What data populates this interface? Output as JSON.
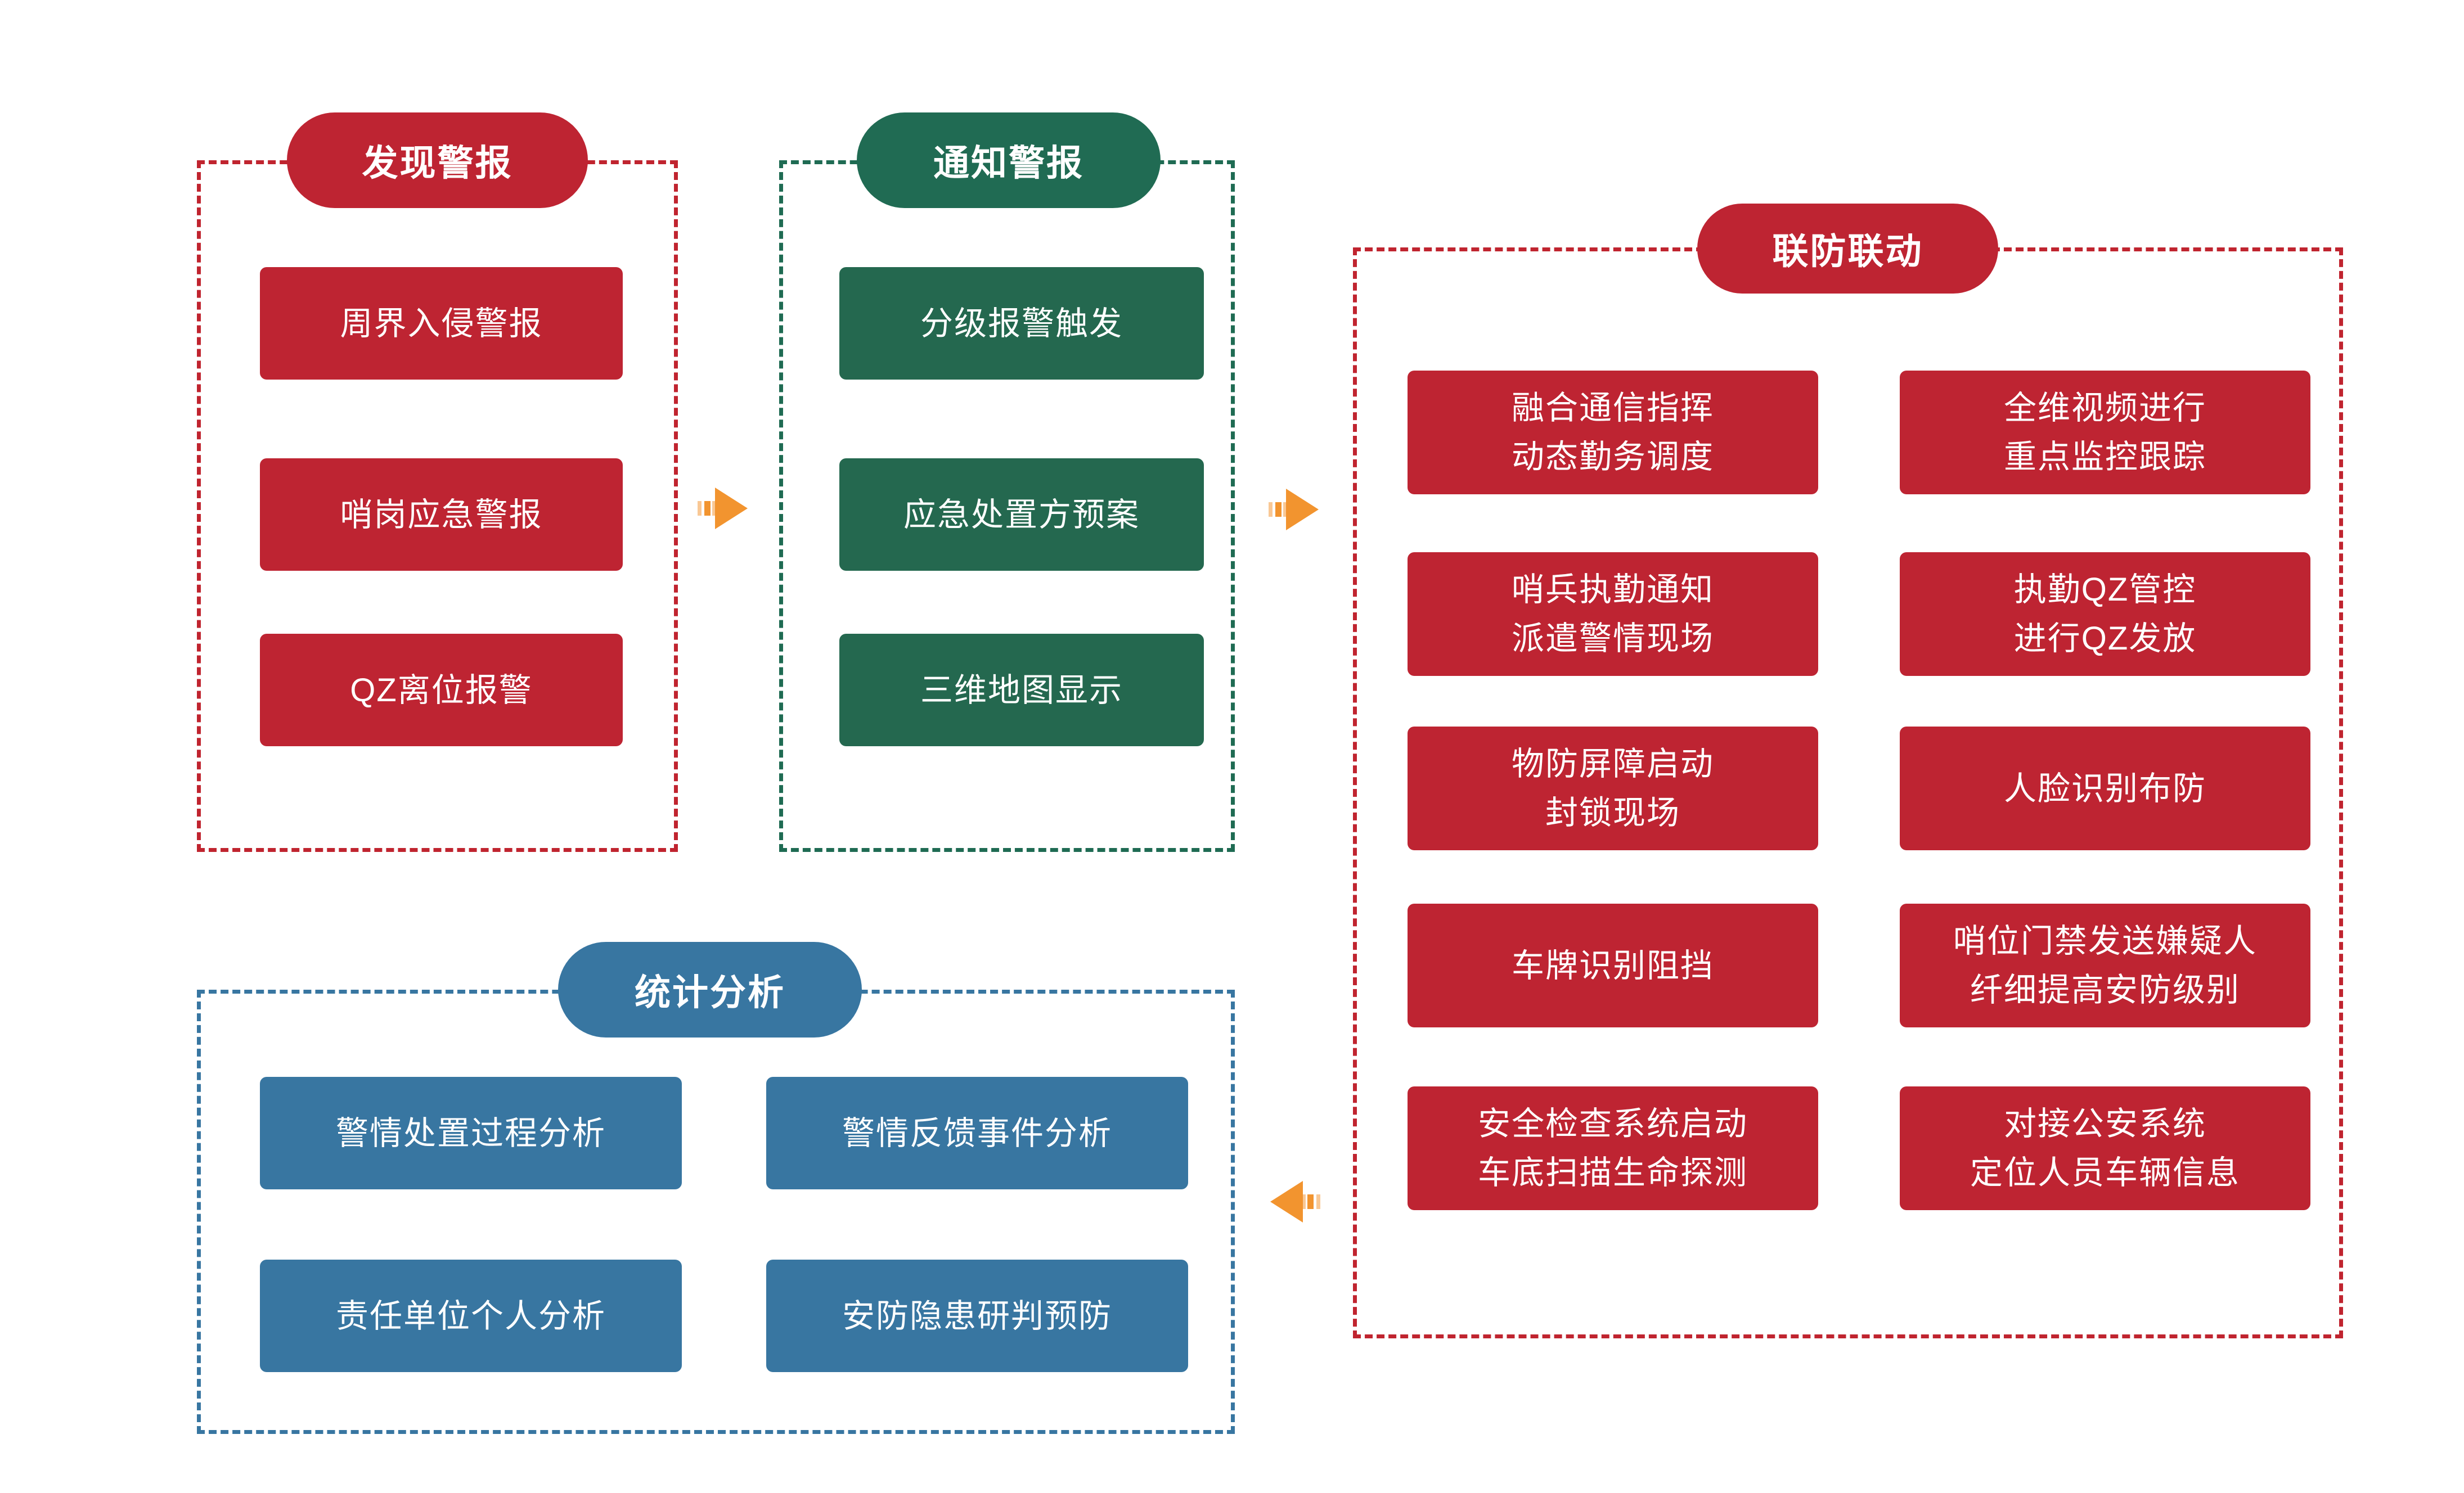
{
  "colors": {
    "red": "#be2432",
    "green": "#206b53",
    "blue": "#3876a1",
    "border_red": "#c0242f",
    "border_green": "#1f6b53",
    "border_blue": "#3876a1",
    "arrow_orange": "#f2942f",
    "arrow_light": "#f9c895",
    "text": "#ffffff",
    "background": "#ffffff"
  },
  "icons": {
    "arrow1": "striped-arrow-right-icon",
    "arrow2": "striped-arrow-right-icon",
    "arrow3": "striped-arrow-left-icon"
  },
  "sections": {
    "discover": {
      "title": "发现警报",
      "items": [
        "周界入侵警报",
        "哨岗应急警报",
        "QZ离位报警"
      ]
    },
    "notify": {
      "title": "通知警报",
      "items": [
        "分级报警触发",
        "应急处置方预案",
        "三维地图显示"
      ]
    },
    "linkage": {
      "title": "联防联动",
      "left_items": [
        [
          "融合通信指挥",
          "动态勤务调度"
        ],
        [
          "哨兵执勤通知",
          "派遣警情现场"
        ],
        [
          "物防屏障启动",
          "封锁现场"
        ],
        [
          "车牌识别阻挡"
        ],
        [
          "安全检查系统启动",
          "车底扫描生命探测"
        ]
      ],
      "right_items": [
        [
          "全维视频进行",
          "重点监控跟踪"
        ],
        [
          "执勤QZ管控",
          "进行QZ发放"
        ],
        [
          "人脸识别布防"
        ],
        [
          "哨位门禁发送嫌疑人",
          "纤细提高安防级别"
        ],
        [
          "对接公安系统",
          "定位人员车辆信息"
        ]
      ]
    },
    "stats": {
      "title": "统计分析",
      "items": [
        "警情处置过程分析",
        "警情反馈事件分析",
        "责任单位个人分析",
        "安防隐患研判预防"
      ]
    }
  }
}
